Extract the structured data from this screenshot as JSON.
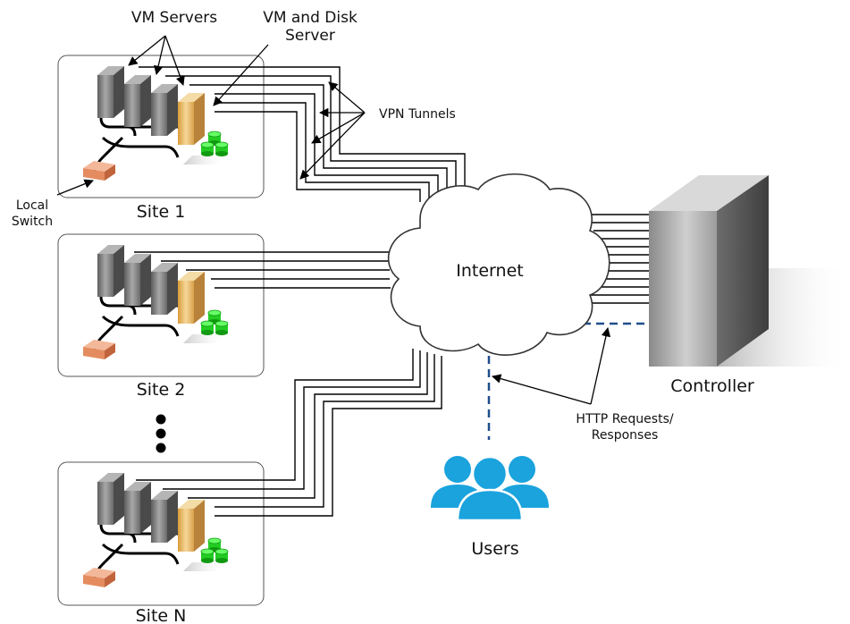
{
  "labels": {
    "vm_servers": "VM Servers",
    "vm_disk_server_line1": "VM and Disk",
    "vm_disk_server_line2": "Server",
    "vpn_tunnels": "VPN Tunnels",
    "local_switch_line1": "Local",
    "local_switch_line2": "Switch",
    "site1": "Site 1",
    "site2": "Site 2",
    "siteN": "Site N",
    "internet": "Internet",
    "controller": "Controller",
    "http_line1": "HTTP Requests/",
    "http_line2": "Responses",
    "users": "Users"
  },
  "colors": {
    "server_gray": "#8a8a8a",
    "server_tan": "#e6b866",
    "disk_green": "#22dd22",
    "switch_orange": "#e89a72",
    "users_blue": "#1aa3dd",
    "dashed_link": "#1f4e8c",
    "controller_gray": "#9a9a9a"
  },
  "icons": {
    "vm_server": "server-tower-icon",
    "disk_server": "disk-server-icon",
    "disk": "database-cylinder-icon",
    "switch": "network-switch-icon",
    "cloud": "cloud-icon",
    "controller": "controller-server-icon",
    "users": "users-group-icon"
  }
}
